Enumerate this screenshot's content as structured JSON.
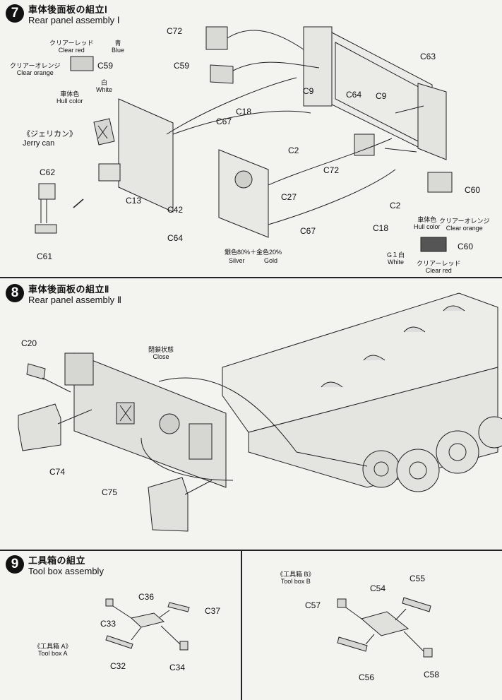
{
  "steps": [
    {
      "number": "7",
      "title_jp": "車体後面板の組立Ⅰ",
      "title_en": "Rear panel assembly Ⅰ"
    },
    {
      "number": "8",
      "title_jp": "車体後面板の組立Ⅱ",
      "title_en": "Rear panel assembly Ⅱ"
    },
    {
      "number": "9",
      "title_jp": "工具箱の組立",
      "title_en": "Tool box assembly"
    }
  ],
  "step7": {
    "parts": {
      "c72a": "C72",
      "c59": "C59",
      "c63": "C63",
      "c9a": "C9",
      "c64a": "C64",
      "c9b": "C9",
      "c18a": "C18",
      "c67a": "C67",
      "c2a": "C2",
      "c72b": "C72",
      "c13": "C13",
      "c62": "C62",
      "c61": "C61",
      "c42": "C42",
      "c64b": "C64",
      "c27": "C27",
      "c2b": "C2",
      "c18b": "C18",
      "c67b": "C67",
      "c60a": "C60",
      "c60b": "C60"
    },
    "color_left": {
      "clear_red_jp": "クリアーレッド",
      "clear_red_en": "Clear red",
      "blue_jp": "青",
      "blue_en": "Blue",
      "clear_orange_jp": "クリアーオレンジ",
      "clear_orange_en": "Clear orange",
      "white_jp": "白",
      "white_en": "White",
      "hull_jp": "車体色",
      "hull_en": "Hull color"
    },
    "jerry_can_jp": "《ジェリカン》",
    "jerry_can_en": "Jerry can",
    "silver_gold_jp": "銀色80%＋金色20%",
    "silver_en": "Silver",
    "gold_en": "Gold",
    "color_right": {
      "hull_jp": "車体色",
      "hull_en": "Hull color",
      "clear_orange_jp": "クリアーオレンジ",
      "clear_orange_en": "Clear orange",
      "white_jp": "G１白",
      "white_en": "White",
      "clear_red_jp": "クリアーレッド",
      "clear_red_en": "Clear red"
    }
  },
  "step8": {
    "parts": {
      "c20": "C20",
      "c74": "C74",
      "c75": "C75"
    },
    "closed_jp": "閉鎖状態",
    "closed_en": "Close"
  },
  "step9": {
    "parts": {
      "c36": "C36",
      "c37": "C37",
      "c33": "C33",
      "c32": "C32",
      "c34": "C34",
      "c54": "C54",
      "c55": "C55",
      "c57": "C57",
      "c56": "C56",
      "c58": "C58"
    },
    "toolbox_a_jp": "《工具箱 A》",
    "toolbox_a_en": "Tool box  A",
    "toolbox_b_jp": "《工具箱 B》",
    "toolbox_b_en": "Tool box  B"
  }
}
